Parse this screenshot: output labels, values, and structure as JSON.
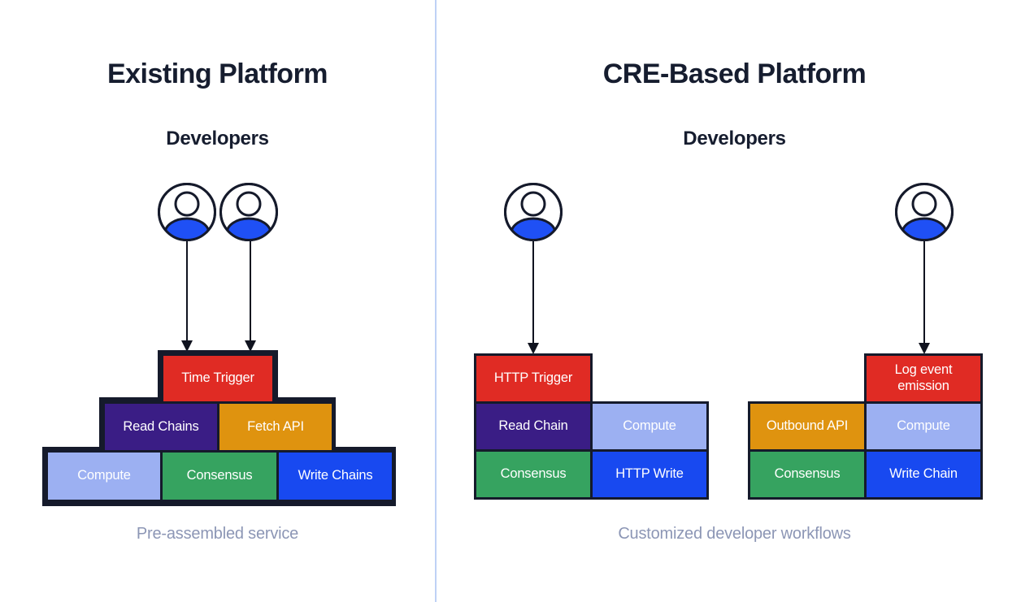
{
  "diagram": {
    "left": {
      "title": "Existing Platform",
      "subtitle": "Developers",
      "caption": "Pre-assembled service",
      "developer_icons": 2,
      "tiers": [
        {
          "blocks": [
            {
              "label": "Time Trigger",
              "color": "#e02b24"
            }
          ]
        },
        {
          "blocks": [
            {
              "label": "Read Chains",
              "color": "#3a1d85"
            },
            {
              "label": "Fetch API",
              "color": "#df930f"
            }
          ]
        },
        {
          "blocks": [
            {
              "label": "Compute",
              "color": "#9cb0f2"
            },
            {
              "label": "Consensus",
              "color": "#36a360"
            },
            {
              "label": "Write Chains",
              "color": "#1849f0"
            }
          ]
        }
      ]
    },
    "right": {
      "title": "CRE-Based Platform",
      "subtitle": "Developers",
      "caption": "Customized developer workflows",
      "workflows": [
        {
          "developer_icons": 1,
          "cells": [
            {
              "label": "HTTP Trigger",
              "color": "#e02b24"
            },
            {
              "label": "Read Chain",
              "color": "#3a1d85"
            },
            {
              "label": "Compute",
              "color": "#9cb0f2"
            },
            {
              "label": "Consensus",
              "color": "#36a360"
            },
            {
              "label": "HTTP Write",
              "color": "#1849f0"
            }
          ]
        },
        {
          "developer_icons": 1,
          "cells": [
            {
              "label": "Log event emission",
              "color": "#e02b24"
            },
            {
              "label": "Outbound API",
              "color": "#df930f"
            },
            {
              "label": "Compute",
              "color": "#9cb0f2"
            },
            {
              "label": "Consensus",
              "color": "#36a360"
            },
            {
              "label": "Write Chain",
              "color": "#1849f0"
            }
          ]
        }
      ]
    },
    "colors": {
      "red": "#e02b24",
      "purple": "#3a1d85",
      "orange": "#df930f",
      "periwinkle": "#9cb0f2",
      "green": "#36a360",
      "blue": "#1849f0",
      "outline_navy": "#151a2b",
      "heading_navy": "#161d2f",
      "caption_gray": "#8c96b5",
      "divider_blue": "#bfd1f6",
      "person_body_blue": "#1f50f5"
    }
  }
}
